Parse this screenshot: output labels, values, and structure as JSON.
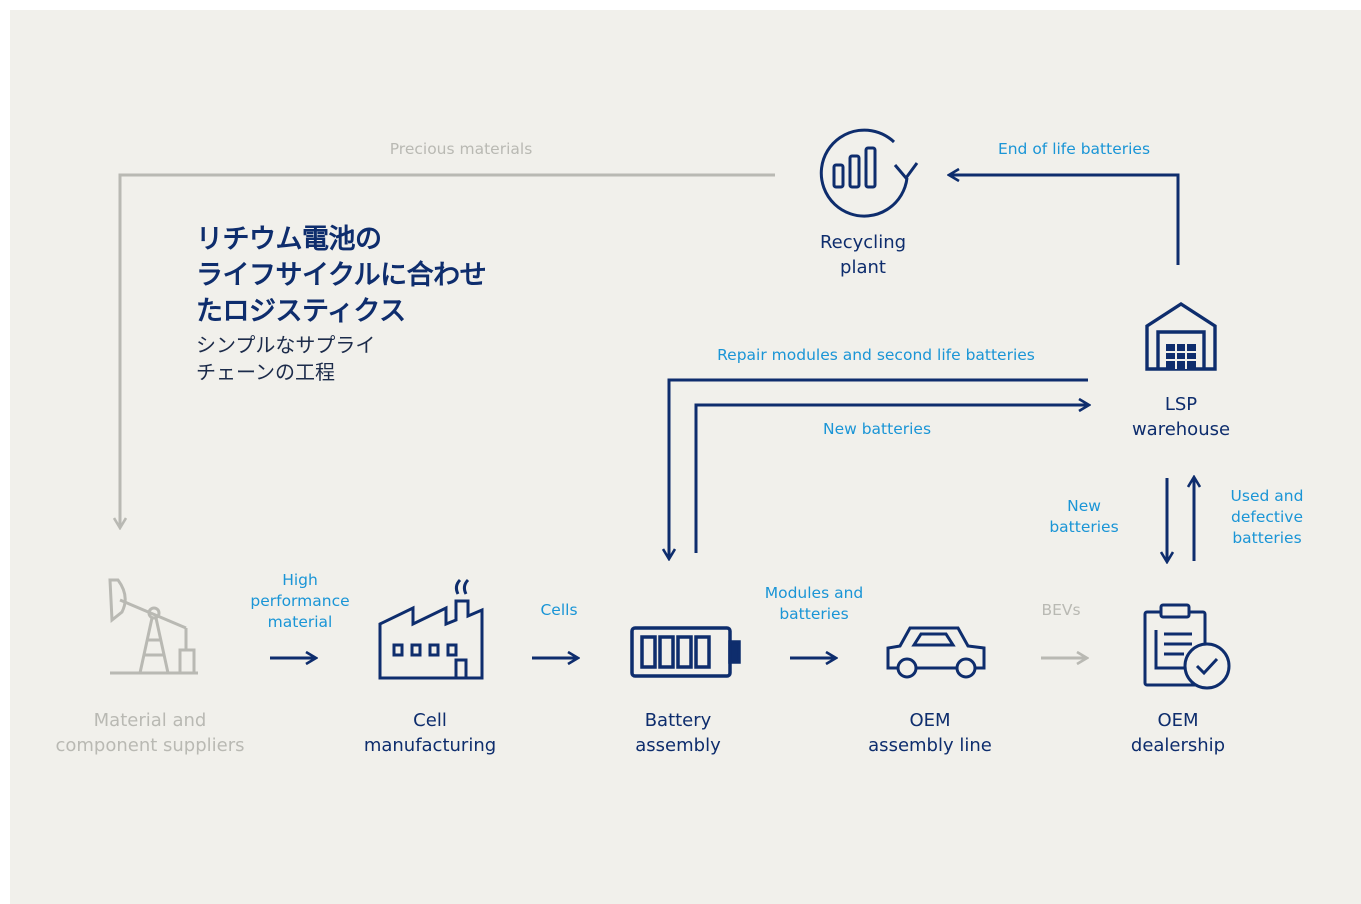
{
  "title": "リチウム電池の\nライフサイクルに合わせ\nたロジスティクス",
  "subtitle": "シンプルなサプライ\nチェーンの工程",
  "colors": {
    "background": "#f1f0eb",
    "navy": "#0e2d6d",
    "blue": "#1a95d6",
    "gray": "#b9b9b3"
  },
  "nodes": {
    "suppliers": {
      "label": "Material and\ncomponent suppliers",
      "icon": "oil-pump-jack-icon"
    },
    "cell": {
      "label": "Cell\nmanufacturing",
      "icon": "factory-icon"
    },
    "battery": {
      "label": "Battery\nassembly",
      "icon": "battery-icon"
    },
    "oem_line": {
      "label": "OEM\nassembly line",
      "icon": "car-icon"
    },
    "dealership": {
      "label": "OEM\ndealership",
      "icon": "clipboard-check-icon"
    },
    "lsp": {
      "label": "LSP\nwarehouse",
      "icon": "warehouse-icon"
    },
    "recycling": {
      "label": "Recycling\nplant",
      "icon": "recycling-chart-icon"
    }
  },
  "flows": {
    "high_performance": "High\nperformance\nmaterial",
    "cells": "Cells",
    "modules": "Modules and\nbatteries",
    "bevs": "BEVs",
    "precious": "Precious materials",
    "end_of_life": "End of life batteries",
    "repair": "Repair modules and second life batteries",
    "new_batteries_top": "New batteries",
    "new_batteries_side": "New\nbatteries",
    "used_defective": "Used and\ndefective\nbatteries"
  }
}
